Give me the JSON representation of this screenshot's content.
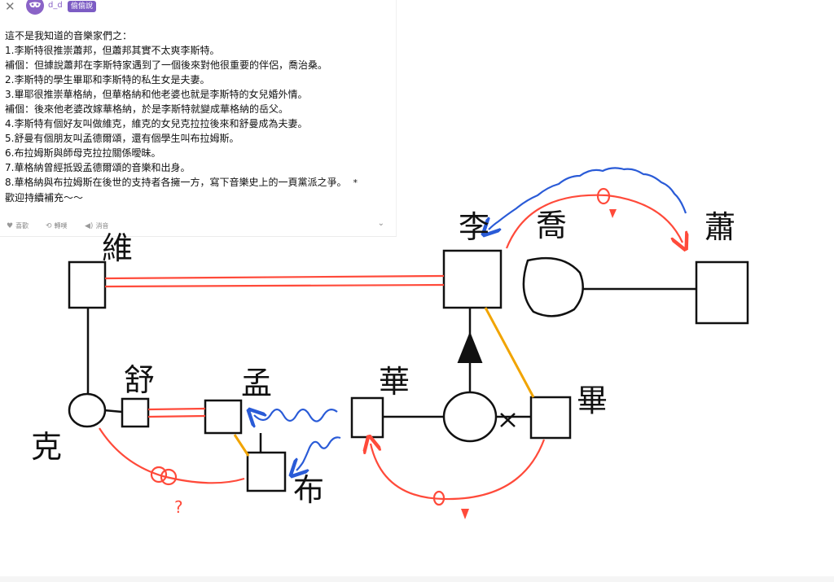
{
  "header": {
    "close_icon": "close-x-icon",
    "avatar_icon": "mask-avatar-icon",
    "username": "d_d",
    "tag": "偷偷說"
  },
  "post": {
    "lines": [
      "這不是我知道的音樂家們之：",
      "1.李斯特很推崇蕭邦，但蕭邦其實不太爽李斯特。",
      "補個：但據說蕭邦在李斯特家遇到了一個後來對他很重要的伴侶，喬治桑。",
      "2.李斯特的學生畢耶和李斯特的私生女是夫妻。",
      "3.畢耶很推崇華格納，但華格納和他老婆也就是李斯特的女兒婚外情。",
      "補個：後來他老婆改嫁華格納，於是李斯特就變成華格納的岳父。",
      "4.李斯特有個好友叫做維克，維克的女兒克拉拉後來和舒曼成為夫妻。",
      "5.舒曼有個朋友叫孟德爾頌，還有個學生叫布拉姆斯。",
      "6.布拉姆斯與師母克拉拉關係曖昧。",
      "7.華格納曾經抵毀孟德爾頌的音樂和出身。",
      "8.華格納與布拉姆斯在後世的支持者各擁一方，寫下音樂史上的一頁黨派之爭。",
      "歡迎持續補充～～"
    ],
    "asterisk": "*"
  },
  "actions": {
    "like": "喜歡",
    "repost": "轉噗",
    "mute": "消音",
    "more_icon": "chevron-down-icon"
  },
  "diagram_labels": {
    "wei": "維",
    "li": "李",
    "qiao": "喬",
    "xiao": "蕭",
    "shu": "舒",
    "ke": "克",
    "meng": "孟",
    "bu": "布",
    "hua": "華",
    "bi": "畢",
    "question": "?"
  },
  "colors": {
    "accent_purple": "#7c5cc4",
    "red_line": "#ff4a3a",
    "blue_wave": "#2a5bd7",
    "orange_line": "#f1a400"
  }
}
